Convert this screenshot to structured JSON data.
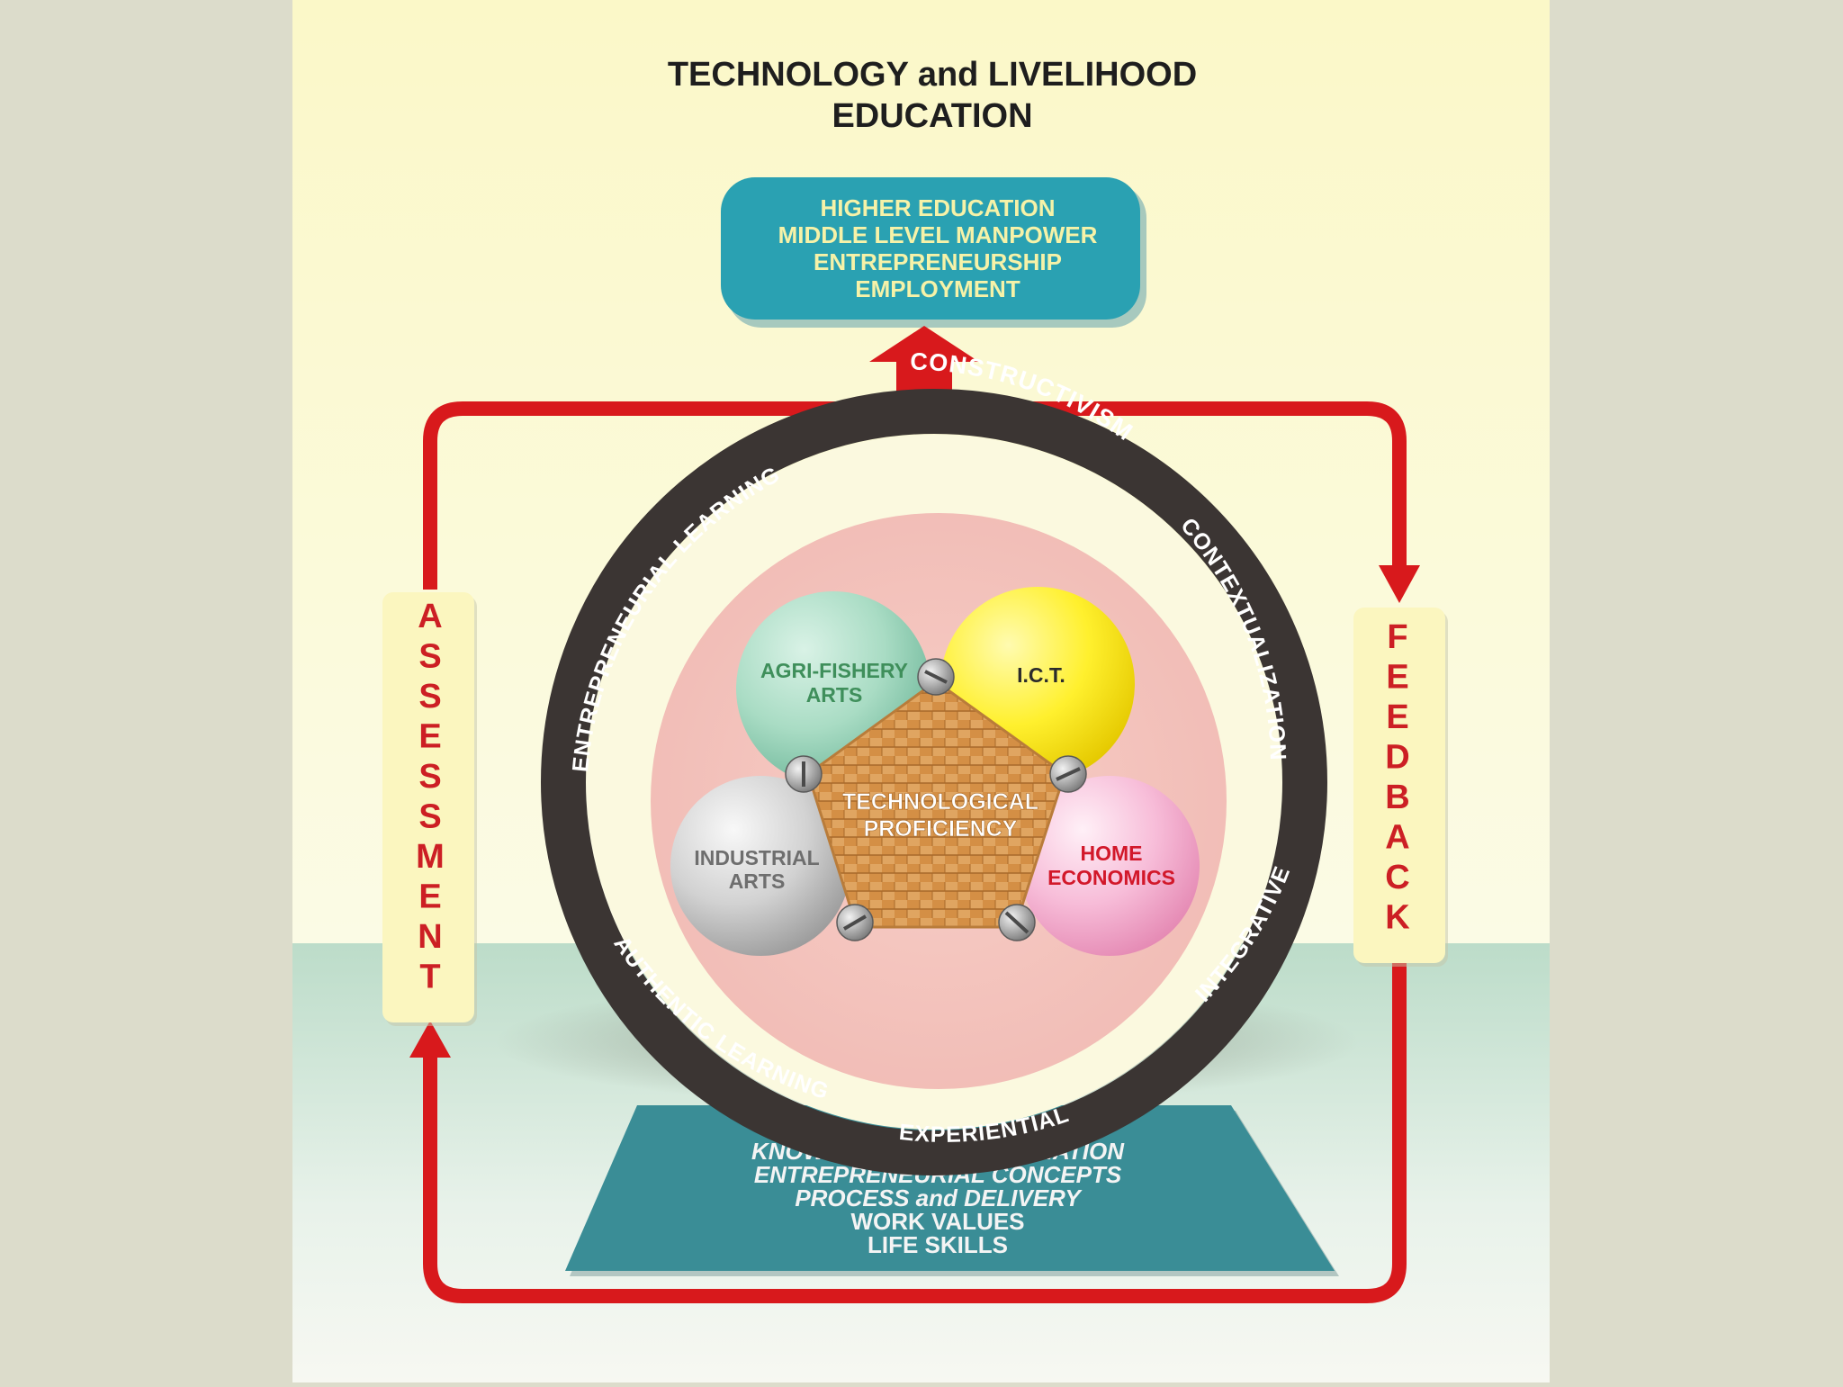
{
  "title": {
    "line1": "TECHNOLOGY and LIVELIHOOD",
    "line2": "EDUCATION"
  },
  "outcomes": [
    "HIGHER EDUCATION",
    "MIDDLE LEVEL MANPOWER",
    "ENTREPRENEURSHIP",
    "EMPLOYMENT"
  ],
  "ring_labels": {
    "top": "CONSTRUCTIVISM",
    "top_right": "CONTEXTUALIZATION",
    "bottom_right": "INTEGRATIVE",
    "bottom": "EXPERIENTIAL",
    "bottom_left": "AUTHENTIC LEARNING",
    "top_left": "ENTREPRENEURIAL LEARNING"
  },
  "center": {
    "line1": "TECHNOLOGICAL",
    "line2": "PROFICIENCY"
  },
  "spheres": {
    "agri": {
      "line1": "AGRI-FISHERY",
      "line2": "ARTS"
    },
    "ict": {
      "line1": "I.C.T."
    },
    "industrial": {
      "line1": "INDUSTRIAL",
      "line2": "ARTS"
    },
    "home": {
      "line1": "HOME",
      "line2": "ECONOMICS"
    }
  },
  "side_labels": {
    "assessment": "ASSESSMENT",
    "feedback": "FEEDBACK"
  },
  "foundation": [
    "KNOWLEDGE and INFORMATION",
    "ENTREPRENEURIAL CONCEPTS",
    "PROCESS and DELIVERY",
    "WORK VALUES",
    "LIFE SKILLS"
  ],
  "colors": {
    "arrow_red": "#d8191c",
    "teal_box": "#2aa1b2",
    "foundation_teal": "#3a8d96",
    "ring_dark": "#3b3533",
    "label_red": "#cc1f24",
    "agri_green": "#3f8f5b",
    "home_red": "#d2182a",
    "industrial_gray": "#6e6e6e",
    "outcome_text": "#f6f2a8"
  }
}
